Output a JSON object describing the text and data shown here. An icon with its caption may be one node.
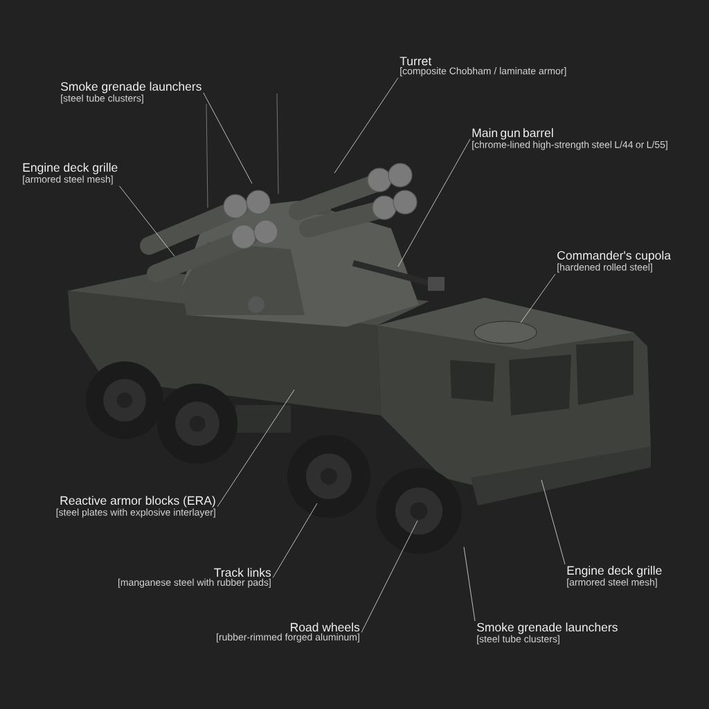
{
  "diagram": {
    "nodes": [
      {
        "text": [
          "Smoke grenade launchers",
          "[steel tube clusters]"
        ]
      },
      {
        "text": [
          "Engine deck grille",
          "[armored steel mesh]"
        ]
      },
      {
        "text": [
          "Turret",
          "[composite Chobham / laminate armor]"
        ]
      },
      {
        "text": [
          "Main gun barrel",
          "[chrome-lined high-strength steel L/44 or L/55]"
        ]
      },
      {
        "text": [
          "Commander's cupola",
          "[hardened rolled steel]"
        ]
      },
      {
        "text": [
          "Reactive armor blocks (ERA)",
          "[steel plates with explosive interlayer]"
        ]
      },
      {
        "text": [
          "Track links",
          "[manganese steel with rubber pads]"
        ]
      },
      {
        "text": [
          "Road wheels",
          "[rubber-rimmed forged aluminum]"
        ]
      },
      {
        "text": [
          "Engine deck grille",
          "[armored steel mesh]"
        ]
      },
      {
        "text": [
          "Smoke grenade launchers",
          "[steel tube clusters]"
        ]
      }
    ],
    "edges": [
      {
        "from": 0,
        "to": null,
        "arrow": "none"
      },
      {
        "from": 1,
        "to": null,
        "arrow": "none"
      },
      {
        "from": 2,
        "to": null,
        "arrow": "none"
      },
      {
        "from": 3,
        "to": null,
        "arrow": "none"
      },
      {
        "from": 4,
        "to": null,
        "arrow": "none"
      },
      {
        "from": 5,
        "to": null,
        "arrow": "none"
      },
      {
        "from": 6,
        "to": null,
        "arrow": "none"
      },
      {
        "from": 7,
        "to": null,
        "arrow": "none"
      },
      {
        "from": 8,
        "to": null,
        "arrow": "none"
      },
      {
        "from": 9,
        "to": null,
        "arrow": "none"
      }
    ]
  }
}
